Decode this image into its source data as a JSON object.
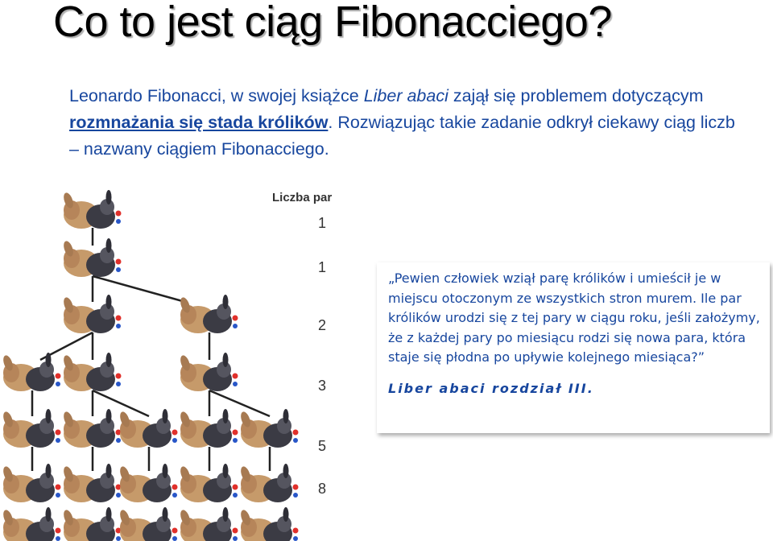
{
  "title": "Co to jest ciąg Fibonacciego?",
  "intro": {
    "part1": "Leonardo Fibonacci, w swojej książce ",
    "book": "Liber abaci",
    "part2": " zajął się problemem dotyczącym ",
    "link": "rozmnażania się stada królików",
    "part3": ". Rozwiązując takie zadanie odkrył ciekawy ciąg liczb – nazwany ciągiem Fibonacciego."
  },
  "chart": {
    "header": "Liczba par",
    "counts": [
      "1",
      "1",
      "2",
      "3",
      "5",
      "8"
    ]
  },
  "quote": {
    "text": "„Pewien człowiek wziął parę królików i umieścił je w miejscu otoczonym ze wszystkich stron murem. Ile par królików urodzi się z tej pary w ciągu roku, jeśli założymy, że z każdej pary po miesiącu rodzi się nowa para, która staje się płodna po upływie kolejnego miesiąca?”",
    "source": "Liber abaci rozdział III."
  },
  "colors": {
    "text_blue": "#17469e",
    "rabbit_tan": "#c69a6a",
    "rabbit_dark": "#3b3b44",
    "dot_red": "#e0302b",
    "dot_blue": "#2856c8"
  },
  "icons": [
    "rabbit-pair-icon"
  ]
}
